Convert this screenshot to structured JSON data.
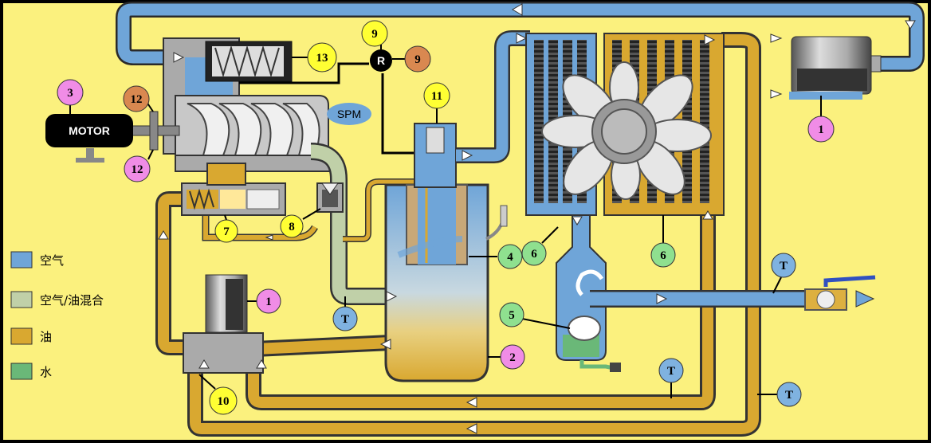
{
  "motor_label": "MOTOR",
  "spm_label": "SPM",
  "regulator_label": "R",
  "temp_label": "T",
  "callouts": {
    "c1_filter": "1",
    "c1_intake": "1",
    "c2": "2",
    "c3": "3",
    "c4": "4",
    "c5": "5",
    "c6_left": "6",
    "c6_right": "6",
    "c7": "7",
    "c8": "8",
    "c9_top": "9",
    "c9_side": "9",
    "c10": "10",
    "c11": "11",
    "c12_top": "12",
    "c12_bottom": "12",
    "c13": "13"
  },
  "legend": [
    {
      "label": "空气",
      "color": "#6fa5d8"
    },
    {
      "label": "空气/油混合",
      "color": "#c0d0a8"
    },
    {
      "label": "油",
      "color": "#d9a830"
    },
    {
      "label": "水",
      "color": "#6ab878"
    }
  ],
  "colors": {
    "background": "#fbf17e",
    "air": "#6fa5d8",
    "oil": "#d9a830",
    "mix": "#c0d0a8",
    "water": "#6ab878",
    "pipe_outline": "#3a3a3a",
    "callout_yellow": "#ffff33",
    "callout_magenta": "#f08ce6",
    "callout_orange": "#d98850",
    "callout_green": "#8fe08f",
    "callout_blue": "#7fb2e0"
  }
}
